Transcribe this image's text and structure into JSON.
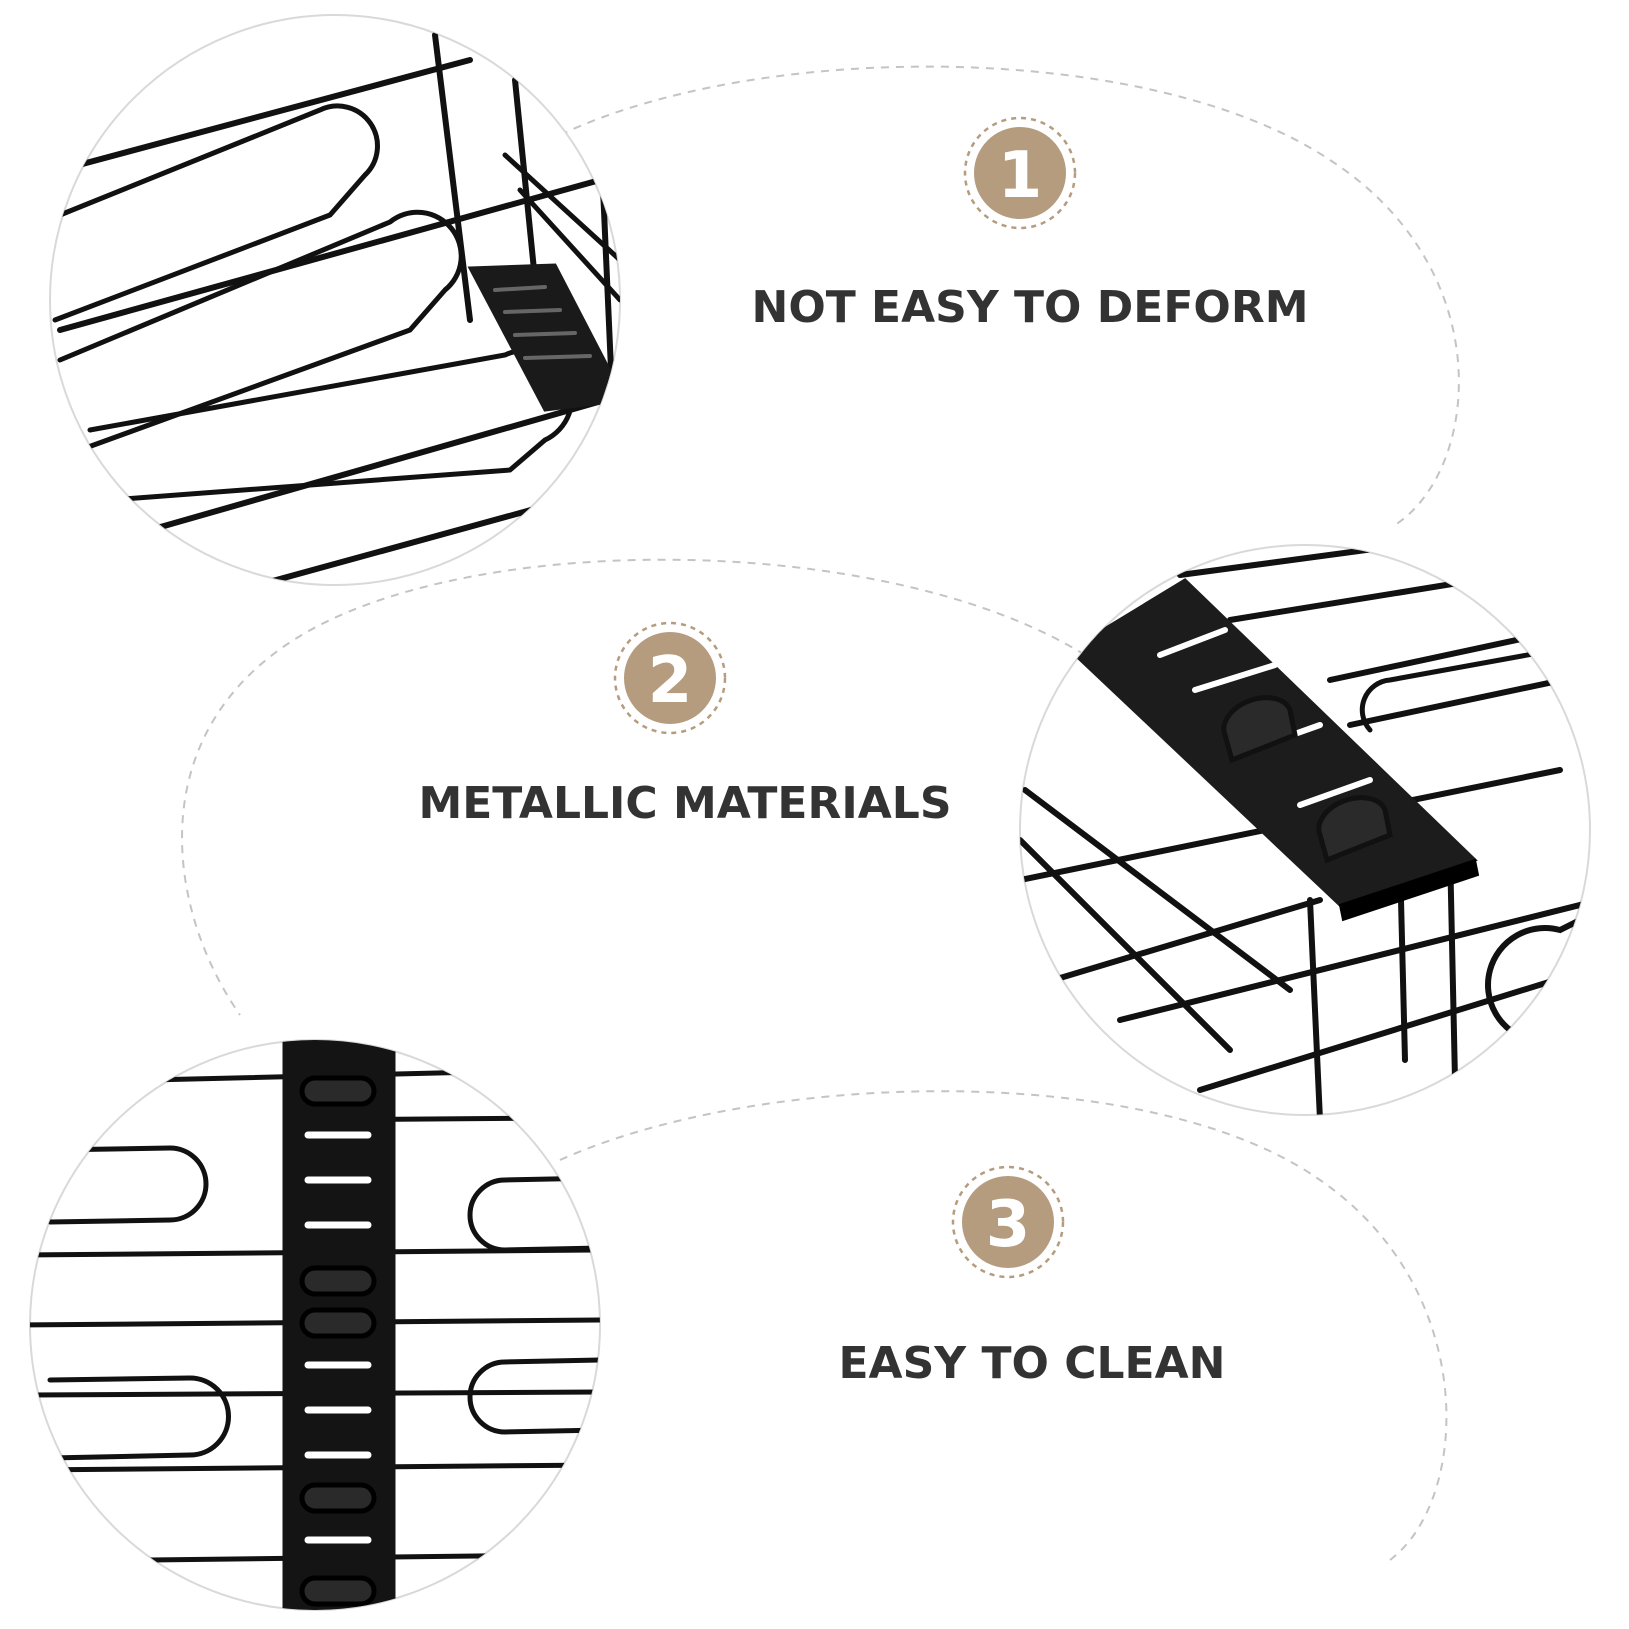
{
  "colors": {
    "badge": "#b59c7e",
    "badge_ring": "#b59c7e",
    "text": "#333333",
    "dashed_line": "#c4c4c4",
    "wire": "#111111",
    "circle_border": "#cfcfcf"
  },
  "features": [
    {
      "number": "1",
      "label": "NOT EASY TO DEFORM"
    },
    {
      "number": "2",
      "label": "METALLIC MATERIALS"
    },
    {
      "number": "3",
      "label": "EASY TO CLEAN"
    }
  ],
  "photos": [
    {
      "subject": "wire-rack-corner-closeup"
    },
    {
      "subject": "wire-rack-bracket-closeup"
    },
    {
      "subject": "wire-rack-slotted-bar-closeup"
    }
  ]
}
